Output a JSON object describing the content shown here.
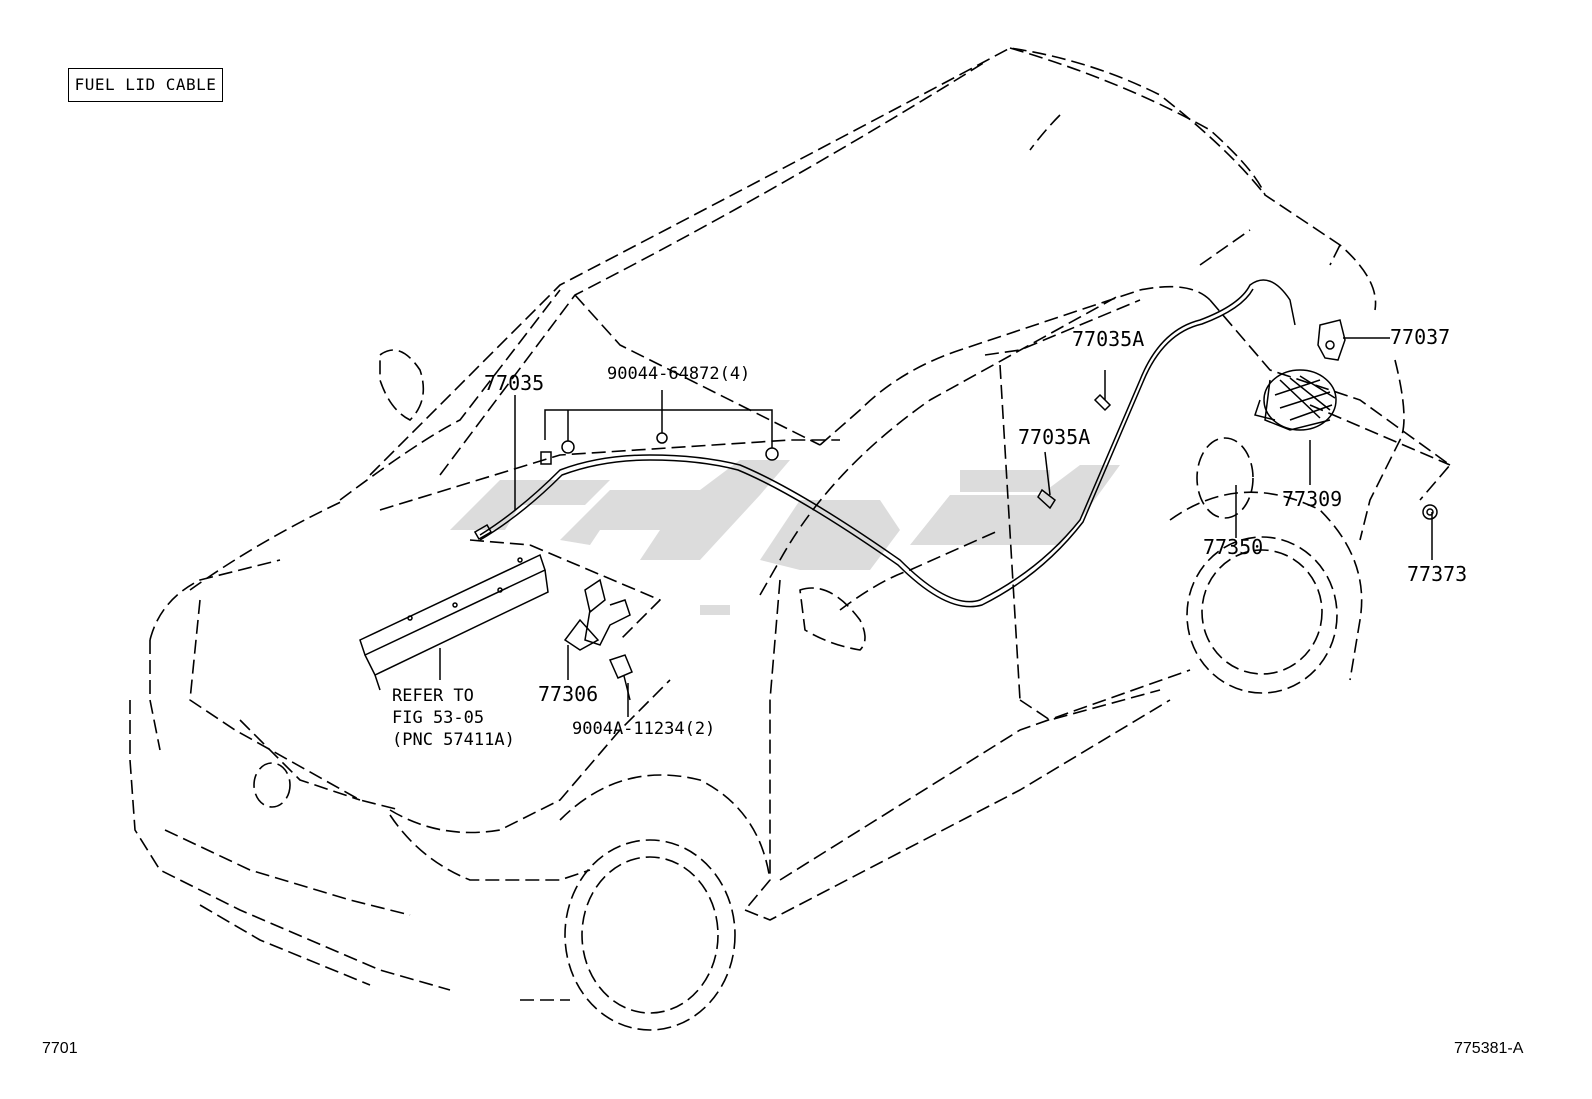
{
  "title": "FUEL LID CABLE",
  "parts": {
    "p77035": "77035",
    "p90044": "90044-64872(4)",
    "p77035A_1": "77035A",
    "p77035A_2": "77035A",
    "p77037": "77037",
    "p77309": "77309",
    "p77350": "77350",
    "p77373": "77373",
    "p77306": "77306",
    "p9004A": "9004A-11234(2)"
  },
  "refer": {
    "line1": "REFER TO",
    "line2": "FIG 53-05",
    "line3": "(PNC 57411A)"
  },
  "footer": {
    "left": "7701",
    "right": "775381-A"
  }
}
